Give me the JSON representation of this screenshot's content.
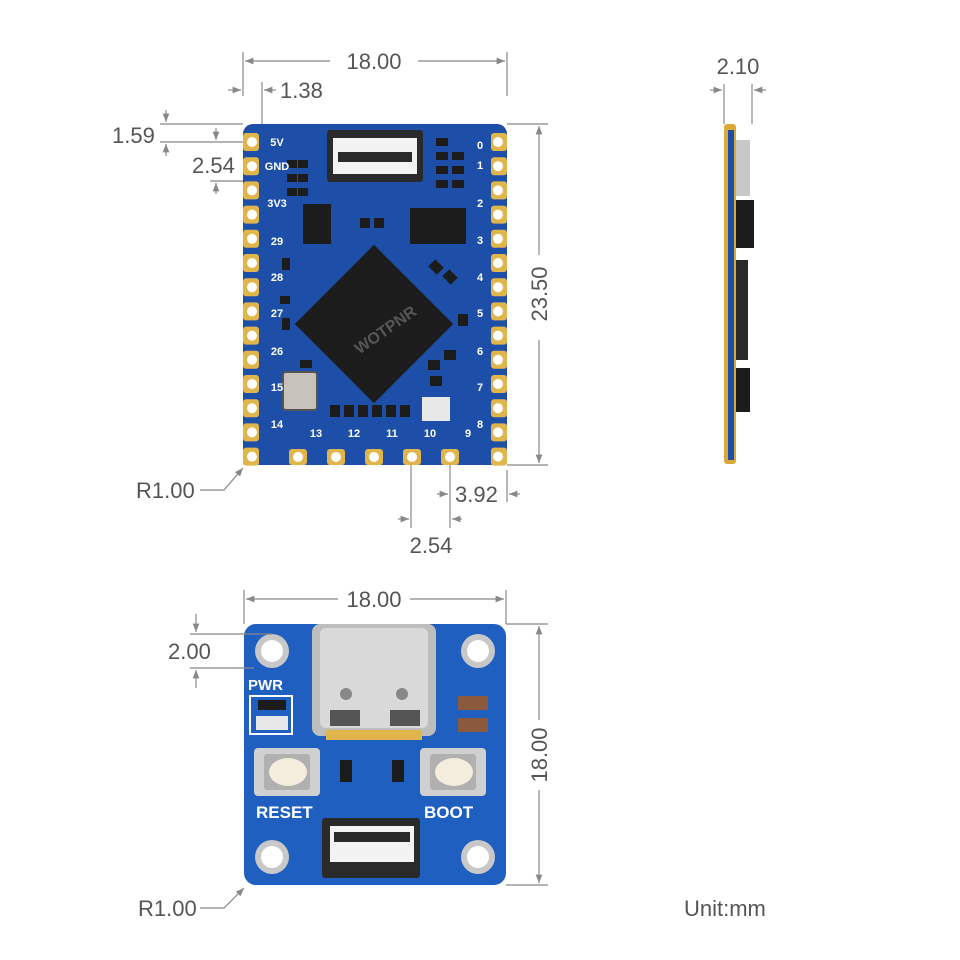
{
  "dimensions": {
    "top_width": "18.00",
    "top_pin_offset_x": "1.38",
    "top_pin_offset_y": "1.59",
    "top_pin_pitch_left": "2.54",
    "top_height": "23.50",
    "top_corner_radius": "R1.00",
    "top_pin_offset_bottom": "3.92",
    "top_pin_pitch_bottom": "2.54",
    "side_thickness": "2.10",
    "bottom_width": "18.00",
    "bottom_hole_offset": "2.00",
    "bottom_height": "18.00",
    "bottom_corner_radius": "R1.00"
  },
  "unit_label": "Unit:mm",
  "left_pins": [
    "5V",
    "GND",
    "3V3",
    "29",
    "28",
    "27",
    "26",
    "15",
    "14"
  ],
  "right_pins": [
    "0",
    "1",
    "2",
    "3",
    "4",
    "5",
    "6",
    "7",
    "8"
  ],
  "bottom_pins": [
    "13",
    "12",
    "11",
    "10",
    "9"
  ],
  "bottom_board": {
    "pwr_label": "PWR",
    "reset_label": "RESET",
    "boot_label": "BOOT"
  },
  "colors": {
    "pcb": "#1e4fa8",
    "gold": "#e0b64c",
    "dimension": "#888888",
    "dimension_text": "#555555"
  }
}
